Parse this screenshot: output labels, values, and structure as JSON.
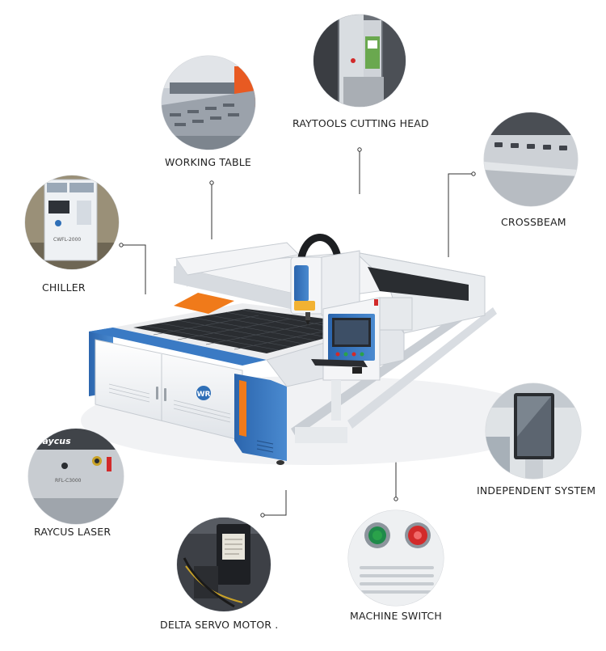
{
  "components": [
    {
      "id": "working-table",
      "label": "WORKING TABLE"
    },
    {
      "id": "raytools-cutting-head",
      "label": "RAYTOOLS CUTTING HEAD"
    },
    {
      "id": "crossbeam",
      "label": "CROSSBEAM"
    },
    {
      "id": "chiller",
      "label": "CHILLER"
    },
    {
      "id": "independent-system",
      "label": "INDEPENDENT SYSTEM"
    },
    {
      "id": "raycus-laser",
      "label": "RAYCUS LASER"
    },
    {
      "id": "delta-servo-motor",
      "label": "DELTA SERVO MOTOR ."
    },
    {
      "id": "machine-switch",
      "label": "MACHINE SWITCH"
    }
  ],
  "branding": {
    "machine_logo": "WR",
    "raycus_brand": "Raycus",
    "chiller_model": "CWFL-2000",
    "raycus_model": "RFL-C3000"
  },
  "colors": {
    "accent_blue": "#2f6fb7",
    "machine_white": "#f2f3f5",
    "dark_bed": "#2a2d31",
    "leader_line": "#333333",
    "red_button": "#d22a2a",
    "green_button": "#2aa24a"
  }
}
